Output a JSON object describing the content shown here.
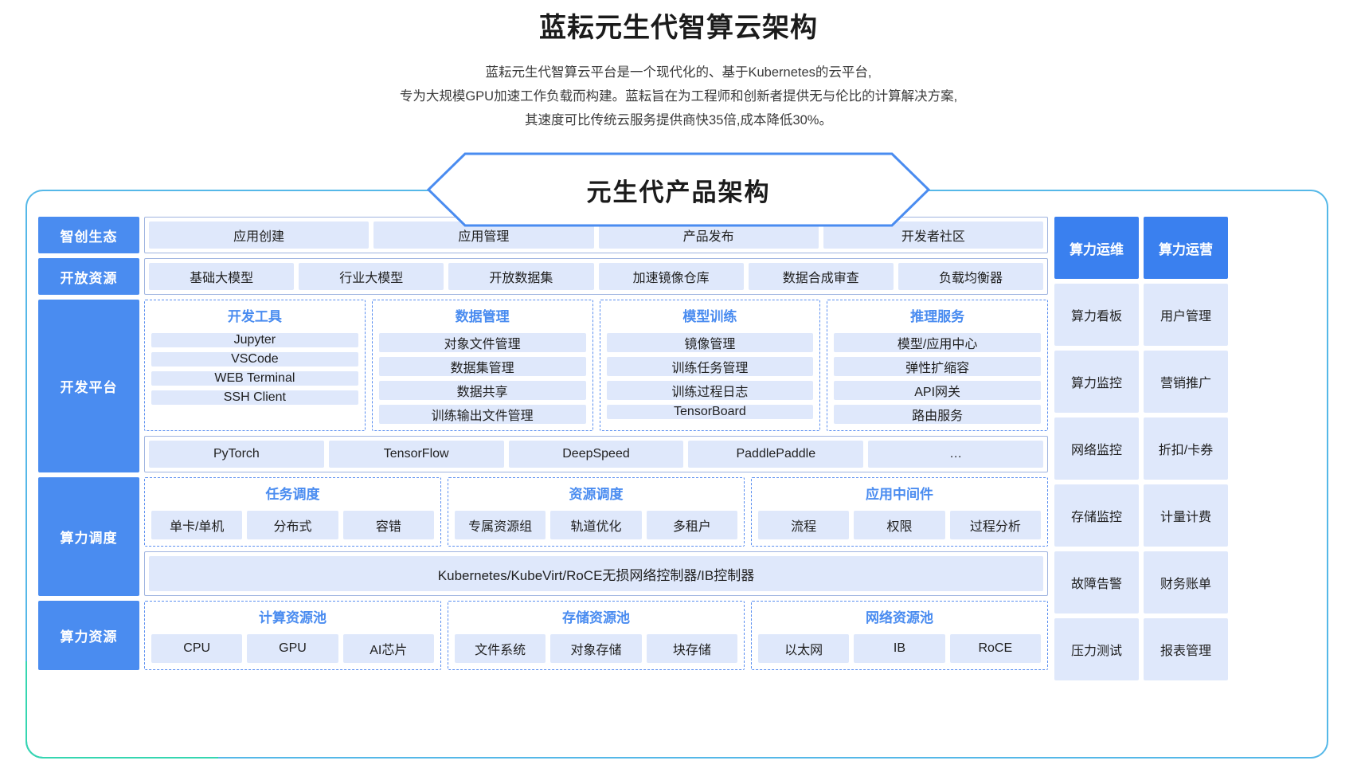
{
  "header": {
    "title": "蓝耘元生代智算云架构",
    "subtitle_lines": [
      "蓝耘元生代智算云平台是一个现代化的、基于Kubernetes的云平台,",
      "专为大规模GPU加速工作负载而构建。蓝耘旨在为工程师和创新者提供无与伦比的计算解决方案,",
      "其速度可比传统云服务提供商快35倍,成本降低30%。"
    ]
  },
  "banner": {
    "label": "元生代产品架构"
  },
  "colors": {
    "brand_blue": "#4a8cf0",
    "head_blue": "#3a80ef",
    "chip_blue": "#dfe8fb",
    "frame_cyan": "#55b8e8",
    "frame_green": "#35d6b0"
  },
  "bands": [
    {
      "label": "智创生态",
      "chips": [
        "应用创建",
        "应用管理",
        "产品发布",
        "开发者社区"
      ]
    },
    {
      "label": "开放资源",
      "chips": [
        "基础大模型",
        "行业大模型",
        "开放数据集",
        "加速镜像仓库",
        "数据合成审查",
        "负载均衡器"
      ]
    }
  ],
  "dev_platform": {
    "label": "开发平台",
    "groups": [
      {
        "title": "开发工具",
        "items": [
          "Jupyter",
          "VSCode",
          "WEB Terminal",
          "SSH Client"
        ]
      },
      {
        "title": "数据管理",
        "items": [
          "对象文件管理",
          "数据集管理",
          "数据共享",
          "训练输出文件管理"
        ]
      },
      {
        "title": "模型训练",
        "items": [
          "镜像管理",
          "训练任务管理",
          "训练过程日志",
          "TensorBoard"
        ]
      },
      {
        "title": "推理服务",
        "items": [
          "模型/应用中心",
          "弹性扩缩容",
          "API网关",
          "路由服务"
        ]
      }
    ],
    "frameworks": [
      "PyTorch",
      "TensorFlow",
      "DeepSpeed",
      "PaddlePaddle",
      "…"
    ]
  },
  "scheduling": {
    "label": "算力调度",
    "groups": [
      {
        "title": "任务调度",
        "items": [
          "单卡/单机",
          "分布式",
          "容错"
        ]
      },
      {
        "title": "资源调度",
        "items": [
          "专属资源组",
          "轨道优化",
          "多租户"
        ]
      },
      {
        "title": "应用中间件",
        "items": [
          "流程",
          "权限",
          "过程分析"
        ]
      }
    ],
    "platform_bar": "Kubernetes/KubeVirt/RoCE无损网络控制器/IB控制器"
  },
  "resources": {
    "label": "算力资源",
    "groups": [
      {
        "title": "计算资源池",
        "items": [
          "CPU",
          "GPU",
          "AI芯片"
        ]
      },
      {
        "title": "存储资源池",
        "items": [
          "文件系统",
          "对象存储",
          "块存储"
        ]
      },
      {
        "title": "网络资源池",
        "items": [
          "以太网",
          "IB",
          "RoCE"
        ]
      }
    ]
  },
  "operations": {
    "columns": [
      {
        "head": "算力运维",
        "cells": [
          "算力看板",
          "算力监控",
          "网络监控",
          "存储监控",
          "故障告警",
          "压力测试"
        ]
      },
      {
        "head": "算力运营",
        "cells": [
          "用户管理",
          "营销推广",
          "折扣/卡券",
          "计量计费",
          "财务账单",
          "报表管理"
        ]
      }
    ]
  }
}
